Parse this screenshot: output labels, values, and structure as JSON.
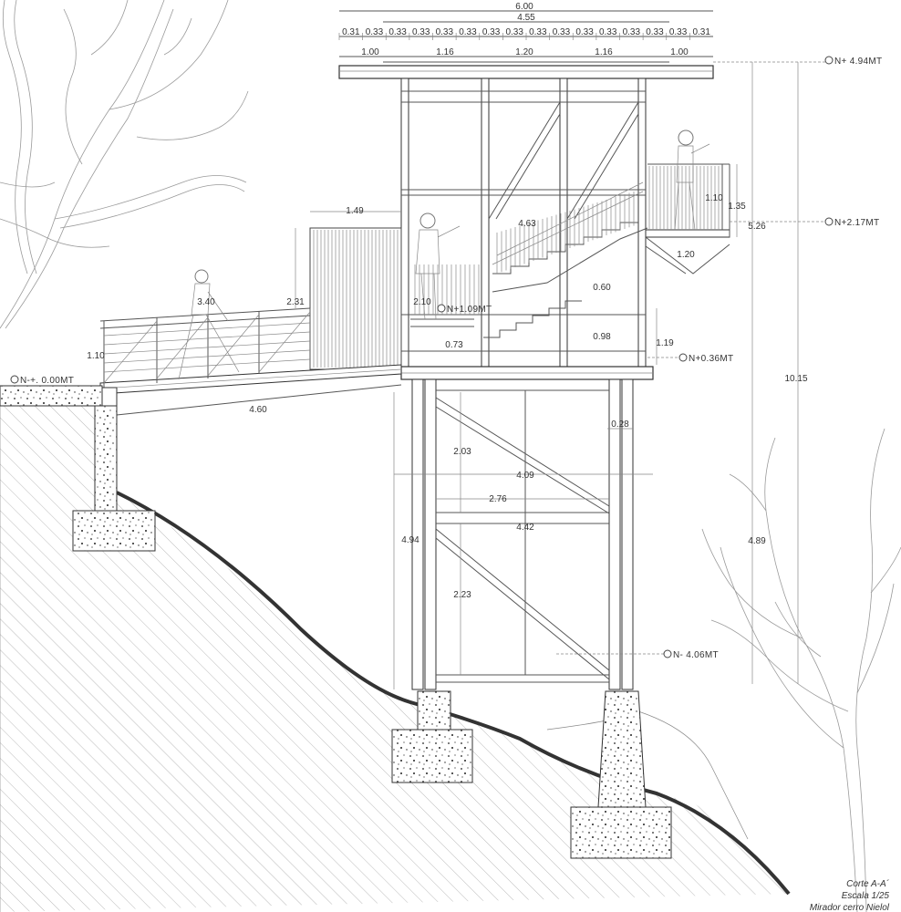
{
  "top_dims": {
    "overall": "6.00",
    "inner": "4.55",
    "posts": [
      "0.31",
      "0.33",
      "0.33",
      "0.33",
      "0.33",
      "0.33",
      "0.33",
      "0.33",
      "0.33",
      "0.33",
      "0.33",
      "0.33",
      "0.33",
      "0.33",
      "0.33",
      "0.31"
    ],
    "bays": [
      "1.00",
      "1.16",
      "1.20",
      "1.16",
      "1.00"
    ]
  },
  "dims": {
    "ramp_height": "1.49",
    "ramp_len_a": "3.40",
    "ramp_len_b": "2.31",
    "rail_height": "1.10",
    "ramp_span": "4.60",
    "stair_height": "4.63",
    "landing_h": "2.10",
    "step_a": "0.60",
    "step_b": "0.98",
    "step_c": "0.73",
    "step_d": "1.19",
    "upper_rail": "1.10",
    "upper_h": "1.35",
    "upper_w": "1.20",
    "upper_total": "5.26",
    "total_height": "10.15",
    "base_height": "4.89",
    "col_width": "0.28",
    "brace_a": "2.03",
    "base_span": "4.09",
    "brace_w": "2.76",
    "base_span_b": "4.42",
    "brace_b": "2.23",
    "base_col": "4.94"
  },
  "levels": {
    "roof": "N+ 4.94MT",
    "upper": "N+2.17MT",
    "mid": "N+1.09MT",
    "floor": "N+0.36MT",
    "ground": "N-+. 0.00MT",
    "bottom": "N- 4.06MT"
  },
  "caption": {
    "title": "Corte A-A´",
    "scale": "Escala 1/25",
    "project": "Mirador cerro Nielol"
  }
}
